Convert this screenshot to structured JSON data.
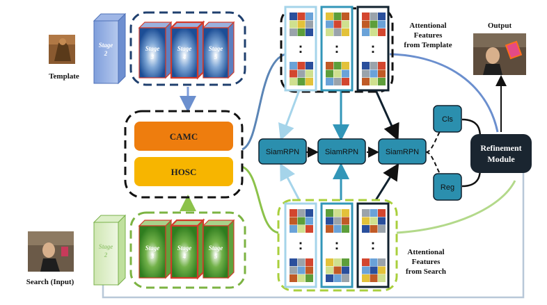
{
  "template": {
    "label": "Template",
    "stage2_label": "Stage",
    "stage2_num": "2",
    "stages": [
      {
        "label": "Stage",
        "num": "3"
      },
      {
        "label": "Stage",
        "num": "4"
      },
      {
        "label": "Stage",
        "num": "5"
      }
    ]
  },
  "search": {
    "label": "Search (Input)",
    "stage2_label": "Stage",
    "stage2_num": "2",
    "stages": [
      {
        "label": "Stage",
        "num": "3"
      },
      {
        "label": "Stage",
        "num": "4"
      },
      {
        "label": "Stage",
        "num": "5"
      }
    ]
  },
  "modules": {
    "camc": "CAMC",
    "hosc": "HOSC"
  },
  "siamrpn": [
    "SiamRPN",
    "SiamRPN",
    "SiamRPN"
  ],
  "heads": {
    "cls": "Cls",
    "reg": "Reg"
  },
  "refinement": {
    "line1": "Refinement",
    "line2": "Module"
  },
  "output_label": "Output",
  "attn_template": {
    "line1": "Attentional",
    "line2": "Features",
    "line3": "from Template"
  },
  "attn_search": {
    "line1": "Attentional",
    "line2": "Features",
    "line3": "from Search"
  },
  "colors": {
    "template_blue": "#1f3f6e",
    "search_green": "#7cb342",
    "camc": "#ee7d0e",
    "hosc": "#f7b500",
    "siam_fill": "#2b8fae",
    "refine": "#1a2530",
    "light_blue_col": "#a5d4ea",
    "mid_blue_col": "#3296b8",
    "dark_col": "#10212e"
  },
  "ellipsis": ":"
}
